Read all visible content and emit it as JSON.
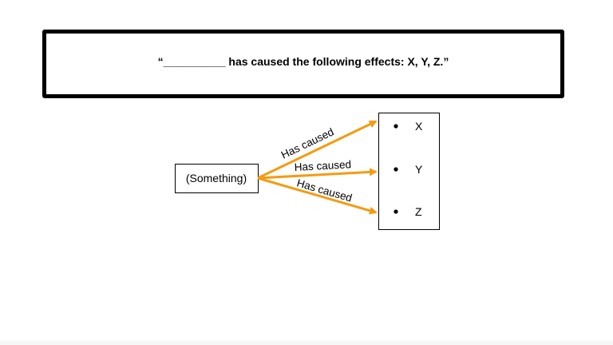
{
  "prompt": {
    "text": "“__________ has caused the following effects: X, Y, Z.”"
  },
  "diagram": {
    "source_label": "(Something)",
    "edges": [
      {
        "label": "Has caused",
        "target": "X"
      },
      {
        "label": "Has caused",
        "target": "Y"
      },
      {
        "label": "Has caused",
        "target": "Z"
      }
    ],
    "effects": [
      "X",
      "Y",
      "Z"
    ],
    "arrow_color": "#f39c12"
  }
}
